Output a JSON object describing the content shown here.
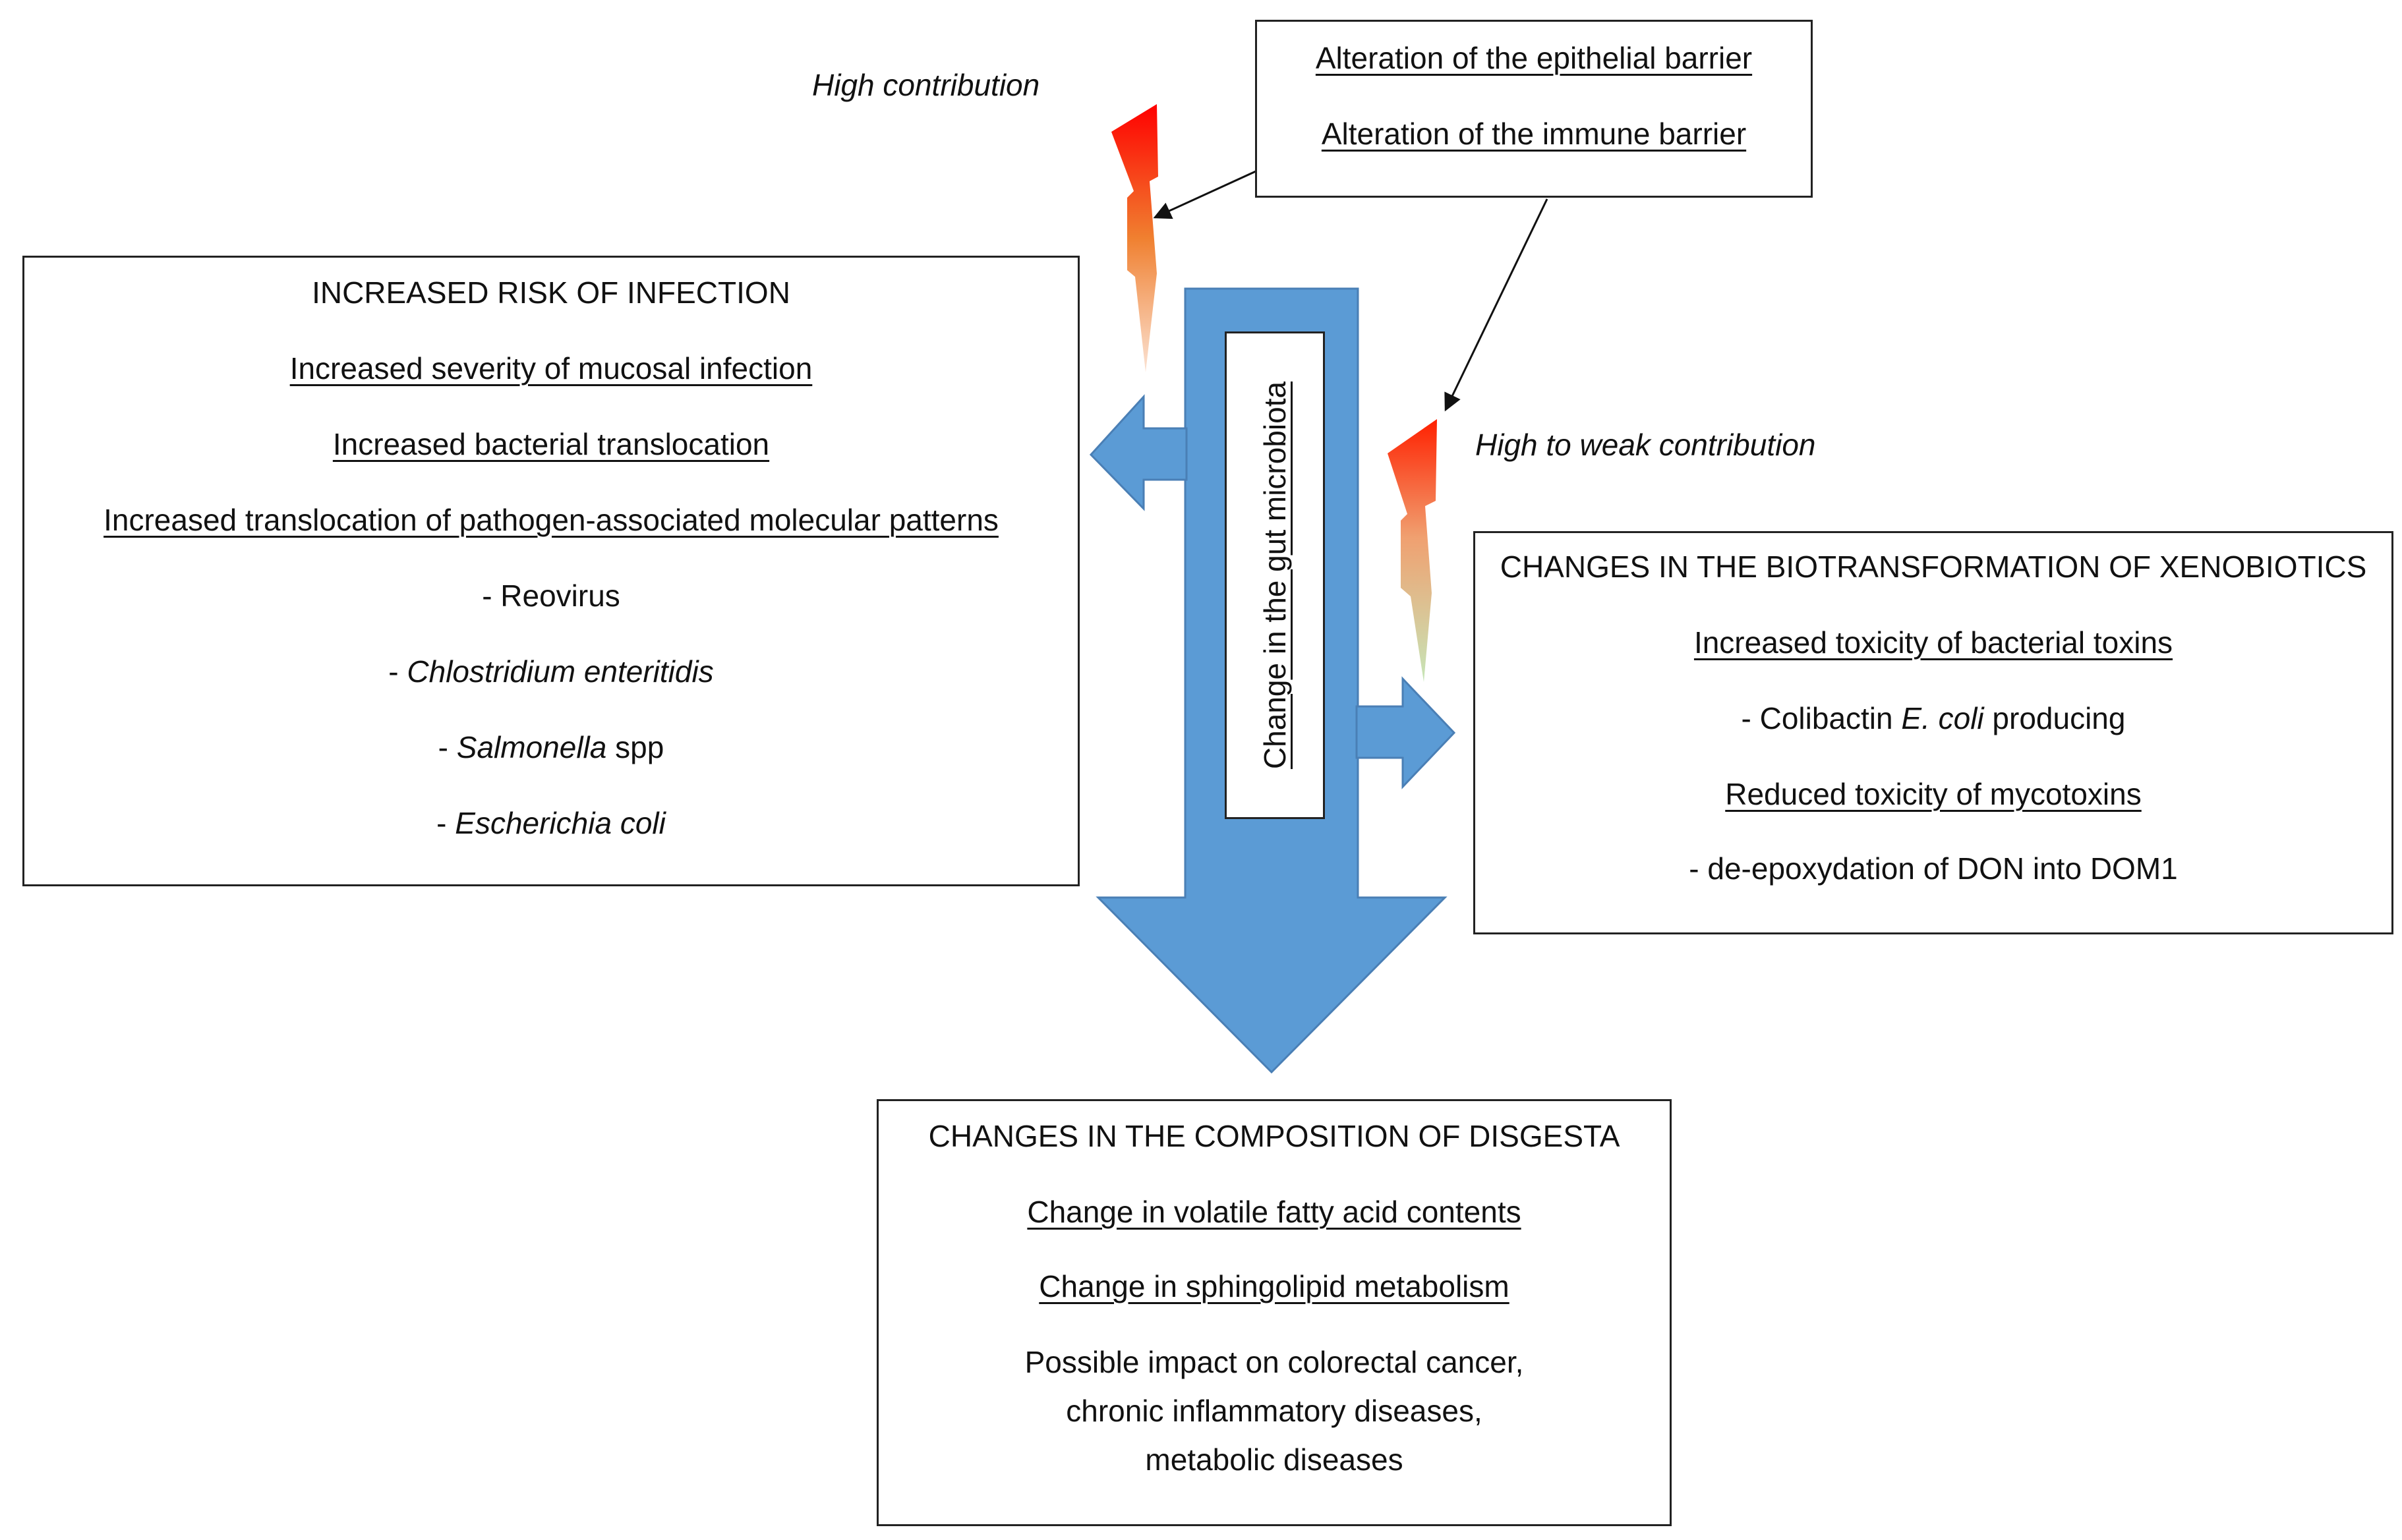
{
  "top_box": {
    "line1": "Alteration of the epithelial barrier",
    "line2": "Alteration of the immune barrier"
  },
  "notes": {
    "high": "High contribution",
    "high_to_weak": "High to weak contribution"
  },
  "center_label": "Change in the gut microbiota",
  "left_box": {
    "title": "INCREASED RISK OF INFECTION",
    "l1": "Increased severity of mucosal infection",
    "l2": "Increased bacterial translocation",
    "l3": "Increased translocation of pathogen-associated molecular patterns",
    "i1": "- Reovirus",
    "i2_prefix": "- ",
    "i2_name": "Chlostridium enteritidis",
    "i3_prefix": "- ",
    "i3_name": "Salmonella",
    "i3_suffix": " spp",
    "i4_prefix": "- ",
    "i4_name": "Escherichia coli"
  },
  "right_box": {
    "title": "CHANGES IN THE BIOTRANSFORMATION OF XENOBIOTICS",
    "l1": "Increased toxicity of bacterial toxins",
    "i1_prefix": "- Colibactin ",
    "i1_name": "E. coli",
    "i1_suffix": " producing",
    "l2": "Reduced toxicity of mycotoxins",
    "i2": "- de-epoxydation of DON into DOM1"
  },
  "bottom_box": {
    "title": "CHANGES IN THE COMPOSITION OF DISGESTA",
    "l1": "Change in volatile fatty acid contents",
    "l2": "Change in sphingolipid metabolism",
    "p1": "Possible impact on colorectal cancer,",
    "p2": "chronic inflammatory diseases,",
    "p3": "metabolic diseases"
  },
  "colors": {
    "arrow_fill": "#5b9bd5",
    "arrow_stroke": "#4a7fb5",
    "bolt_top": "#ff0000",
    "bolt_mid": "#f08030",
    "bolt_left_end": "#fbe3d4",
    "bolt_right_end": "#c6e6b8"
  }
}
